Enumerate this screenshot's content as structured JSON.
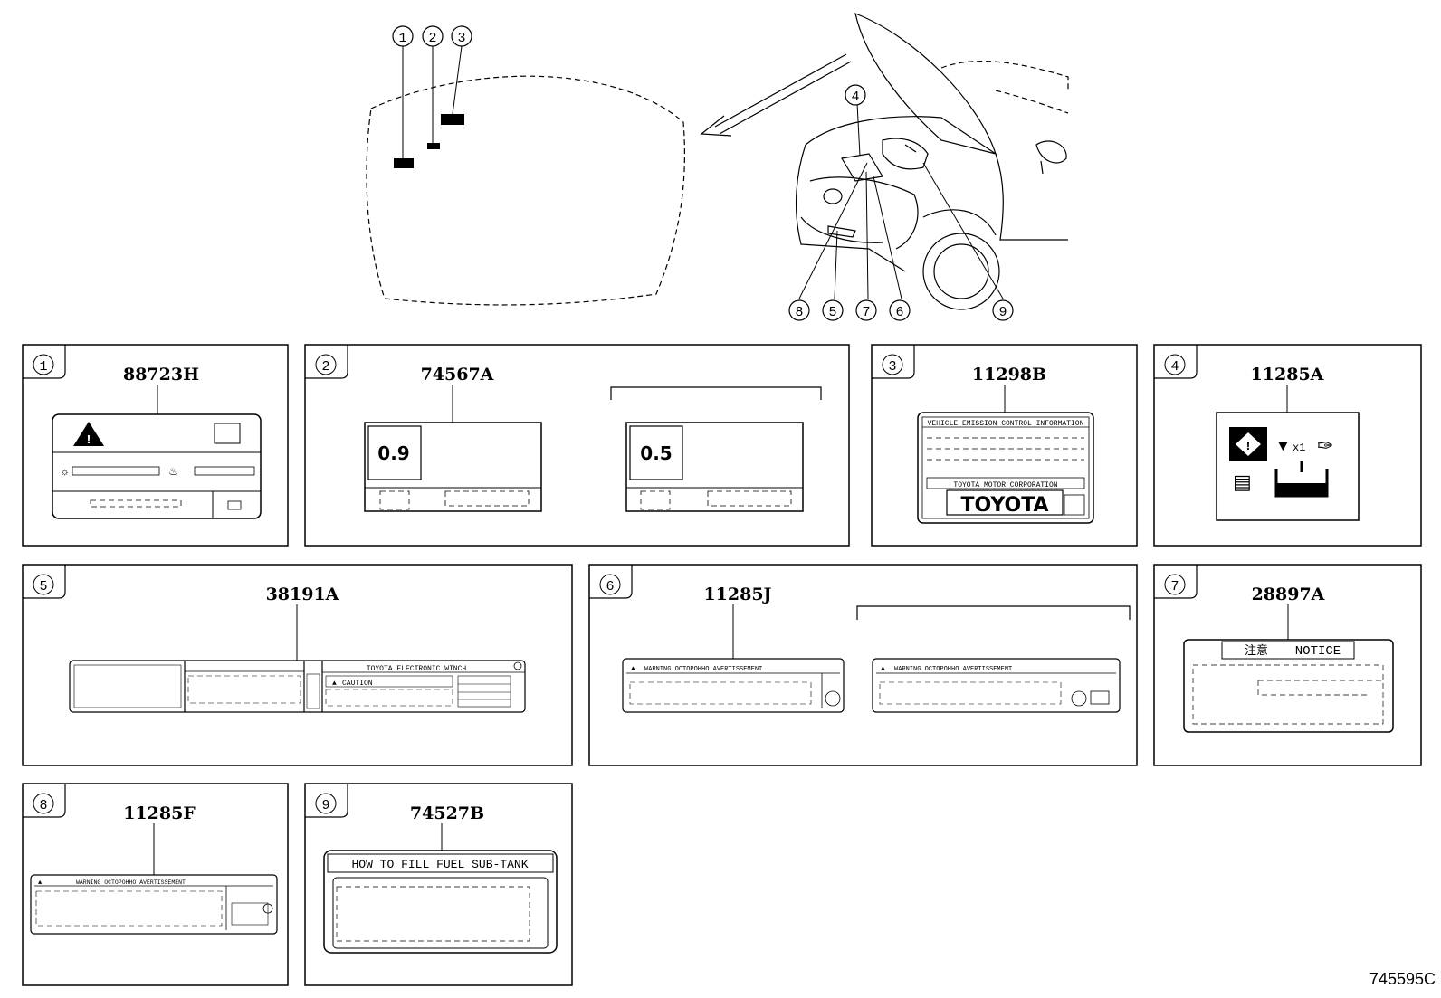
{
  "callouts": [
    "1",
    "2",
    "3",
    "4",
    "5",
    "6",
    "7",
    "8",
    "9"
  ],
  "panels": [
    {
      "num": "1",
      "part": "88723H"
    },
    {
      "num": "2",
      "part": "74567A",
      "values": [
        "0.9",
        "0.5"
      ]
    },
    {
      "num": "3",
      "part": "11298B",
      "header": "VEHICLE EMISSION CONTROL INFORMATION",
      "maker": "TOYOTA MOTOR CORPORATION",
      "brand": "TOYOTA"
    },
    {
      "num": "4",
      "part": "11285A",
      "mult": "x1"
    },
    {
      "num": "5",
      "part": "38191A",
      "title": "TOYOTA ELECTRONIC WINCH",
      "caution": "CAUTION"
    },
    {
      "num": "6",
      "part": "11285J",
      "warning": "WARNING OCTOPOHHO AVERTISSEMENT"
    },
    {
      "num": "7",
      "part": "28897A",
      "notice_jp": "注意",
      "notice": "NOTICE"
    },
    {
      "num": "8",
      "part": "11285F",
      "warning": "WARNING OCTOPOHHO AVERTISSEMENT"
    },
    {
      "num": "9",
      "part": "74527B",
      "title": "HOW TO FILL FUEL SUB-TANK"
    }
  ],
  "figure_id": "745595C"
}
